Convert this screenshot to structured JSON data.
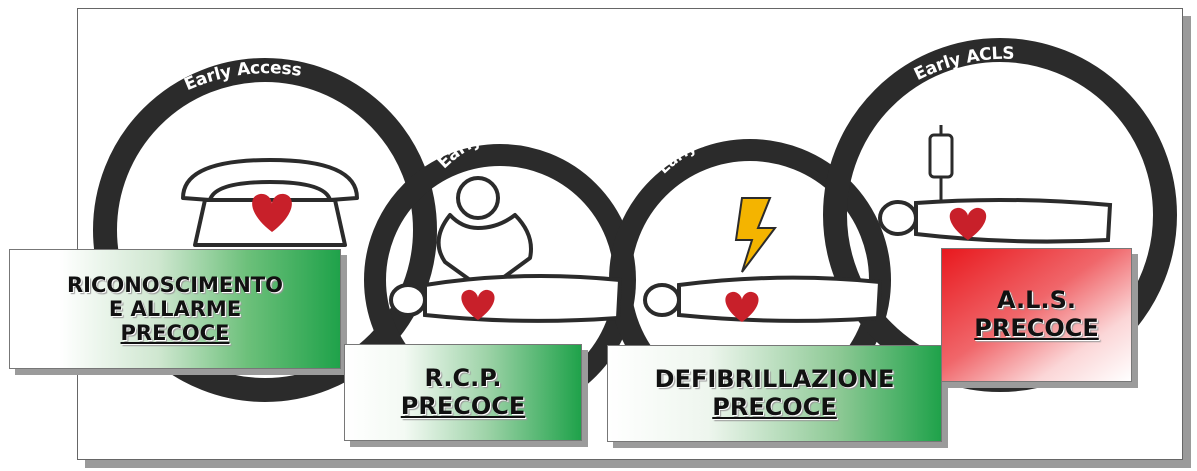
{
  "diagram": {
    "arc_labels": {
      "early_access": "Early Access",
      "early_cpr": "Early CPR",
      "early_defibrillation": "Early Defibrillation",
      "early_acls": "Early ACLS"
    },
    "boxes": [
      {
        "line1": "RICONOSCIMENTO",
        "line2": "E ALLARME",
        "line3": "PRECOCE"
      },
      {
        "line1": "R.C.P.",
        "line2": "PRECOCE"
      },
      {
        "line1": "DEFIBRILLAZIONE",
        "line2": "PRECOCE"
      },
      {
        "line1": "A.L.S.",
        "line2": "PRECOCE"
      }
    ],
    "colors": {
      "chain": "#2b2b2b",
      "heart": "#c8202a",
      "lightning": "#f4b400",
      "green": "#1fa24a",
      "red": "#e8191e"
    }
  }
}
